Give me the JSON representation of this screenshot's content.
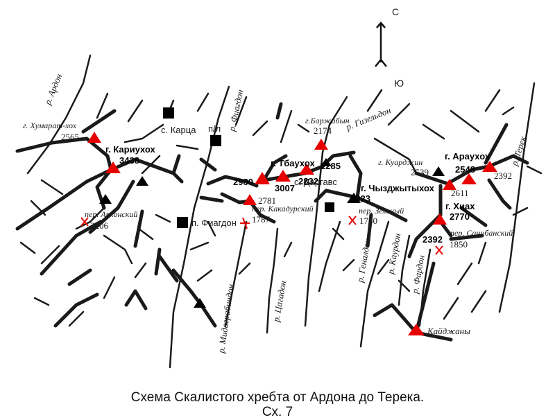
{
  "caption": {
    "title": "Схема Скалистого хребта от Ардона до Терека.",
    "figure": "Сх. 7"
  },
  "compass": {
    "north": "С",
    "south": "Ю"
  },
  "colors": {
    "summit_red": "#e60000",
    "summit_black": "#000000",
    "pass_cross": "#e60000",
    "ink": "#1a1a1a"
  },
  "rivers": {
    "ardon": "р. Ардон",
    "fiagdon": "р. Фиагдон",
    "gizeldon": "р. Гизельдон",
    "terek": "р. Терек",
    "midagrabindon": "р. Мидаграбиндон",
    "tsaгadon": "р. Цагадон",
    "genaldon": "р. Геналдон",
    "kaurdon": "р. Каурдон",
    "fardon": "р. Фардон"
  },
  "peaks": {
    "humarat_name": "г. Хумарат-хох",
    "humarat_h": "2565",
    "kariuhoh_name": "г. Кариухох",
    "kariuhoh_h": "3438",
    "barzhibyn_name": "г.Баржибын",
    "barzhibyn_h": "2174",
    "tbauhoh_name": "г. Тбаухох",
    "h2285": "2285",
    "h2980": "2980",
    "h3007": "3007",
    "h2832": "2832",
    "h2781": "2781",
    "chyzdzhytyhoh_name": "г. Чызджытыхох",
    "chyzdzhytyhoh_h": "2823",
    "kuardzhin_name": "г. Куарджин",
    "kuardzhin_h": "2539",
    "arauhoh_name": "г. Араухох",
    "arauhoh_h": "2548",
    "h2392_east": "2392",
    "h2611": "2611",
    "hiah_name": "г. Хиах",
    "hiah_h": "2770",
    "h2392_south": "2392",
    "kaydzhany": "Кайджаны"
  },
  "passes": {
    "arhonsky_name": "пер. Архонский",
    "arhonsky_h": "2206",
    "kakadursky_name": "пер. Какадурский",
    "kakadursky_h": "1787",
    "zeleny_name": "пер. Зеленый",
    "zeleny_h": "1750",
    "sanibansky_name": "пер. Санибанский",
    "sanibansky_h": "1850"
  },
  "settlements": {
    "karts": "с. Карца",
    "pl": "п/л",
    "fiagdon": "п. Фиагдон",
    "dargavs": "с. Даргавс"
  }
}
